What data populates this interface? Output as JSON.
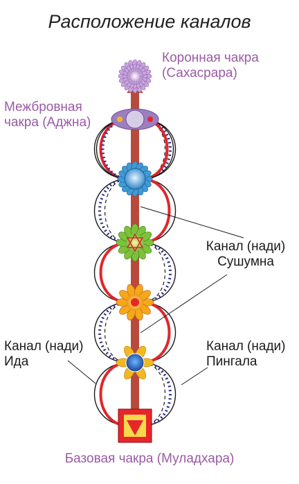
{
  "title": "Расположение каналов",
  "labels": {
    "crown_line1": "Коронная чакра",
    "crown_line2": "(Сахасрара)",
    "brow_line1": "Межбровная",
    "brow_line2": "чакра (Аджна)",
    "sushumna_line1": "Канал (нади)",
    "sushumna_line2": "Сушумна",
    "ida_line1": "Канал (нади)",
    "ida_line2": "Ида",
    "pingala_line1": "Канал (нади)",
    "pingala_line2": "Пингала",
    "base": "Базовая чакра (Муладхара)"
  },
  "colors": {
    "label_purple": "#9a5aa6",
    "label_dark": "#1a1a1a",
    "sushumna_channel": "#b84a3c",
    "ida_channel": "#2b2d8c",
    "pingala_channel": "#e0262a",
    "outline": "#1a1a1a"
  },
  "chakras": [
    {
      "id": "crown",
      "icon": "thousand-petal-lotus-icon",
      "color": "#c9a6dd"
    },
    {
      "id": "brow",
      "icon": "two-petal-lotus-icon",
      "color": "#a889c4"
    },
    {
      "id": "throat",
      "icon": "sixteen-petal-lotus-icon",
      "color": "#3f9ad6"
    },
    {
      "id": "heart",
      "icon": "twelve-petal-lotus-icon",
      "color": "#7cc23a"
    },
    {
      "id": "solar",
      "icon": "ten-petal-lotus-icon",
      "color": "#f4a81a"
    },
    {
      "id": "sacral",
      "icon": "six-petal-lotus-icon",
      "color": "#f2b820"
    },
    {
      "id": "root",
      "icon": "four-petal-lotus-icon",
      "color": "#e8262a"
    }
  ]
}
